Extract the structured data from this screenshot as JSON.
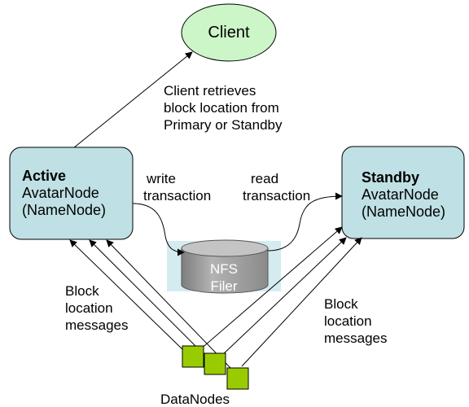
{
  "client": {
    "label": "Client"
  },
  "client_note": {
    "lines": [
      "Client retrieves",
      "block location from",
      "Primary or Standby"
    ]
  },
  "active": {
    "title": "Active",
    "line1": "AvatarNode",
    "line2": "(NameNode)"
  },
  "standby": {
    "title": "Standby",
    "line1": "AvatarNode",
    "line2": "(NameNode)"
  },
  "write_label": {
    "lines": [
      "write",
      "transaction"
    ]
  },
  "read_label": {
    "lines": [
      "read",
      "transaction"
    ]
  },
  "nfs": {
    "lines": [
      "NFS",
      "Filer"
    ]
  },
  "block_left": {
    "lines": [
      "Block",
      "location",
      "messages"
    ]
  },
  "block_right": {
    "lines": [
      "Block",
      "location",
      "messages"
    ]
  },
  "datanodes": {
    "label": "DataNodes"
  },
  "colors": {
    "node_fill": "#bfe0e4",
    "client_fill": "#ccf5c8",
    "datanode_fill": "#99cc00",
    "cylinder_body": "#9a9a9a",
    "cylinder_top": "#c4c4c4",
    "filer_glow": "#d4ebf0"
  }
}
